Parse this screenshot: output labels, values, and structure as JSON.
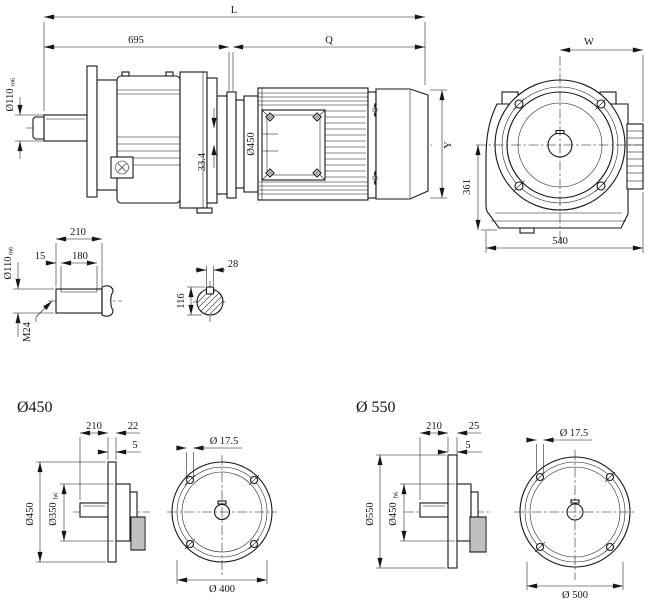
{
  "drawing": {
    "main_view": {
      "dim_total_length": "L",
      "dim_gear_length": "695",
      "dim_motor_length": "Q",
      "dim_shaft_dia": "Ø110",
      "dim_shaft_dia_tol": "m6",
      "dim_axis_offset": "33.4",
      "dim_adapter_dia": "Ø450",
      "dim_motor_height": "Y"
    },
    "end_view": {
      "dim_width": "W",
      "dim_height_to_axis": "361",
      "dim_base_width": "540"
    },
    "shaft_detail": {
      "dim_length": "210",
      "dim_end": "15",
      "dim_key_length": "180",
      "dim_dia": "Ø110",
      "dim_dia_tol": "m6",
      "thread_label": "M24"
    },
    "key_section": {
      "dim_key_width": "28",
      "dim_height": "116"
    },
    "flange_450": {
      "title": "Ø450",
      "dim_shaft_length": "210",
      "dim_thickness": "22",
      "dim_gap": "5",
      "dim_outer_dia": "Ø450",
      "dim_spigot_dia": "Ø350",
      "dim_spigot_tol": "h6",
      "dim_hole_dia": "Ø 17.5",
      "dim_bolt_circle": "Ø 400"
    },
    "flange_550": {
      "title": "Ø 550",
      "dim_shaft_length": "210",
      "dim_thickness": "25",
      "dim_gap": "5",
      "dim_outer_dia": "Ø550",
      "dim_spigot_dia": "Ø450",
      "dim_spigot_tol": "h6",
      "dim_hole_dia": "Ø 17.5",
      "dim_bolt_circle": "Ø 500"
    }
  },
  "colors": {
    "line": "#161616",
    "background": "#ffffff"
  }
}
